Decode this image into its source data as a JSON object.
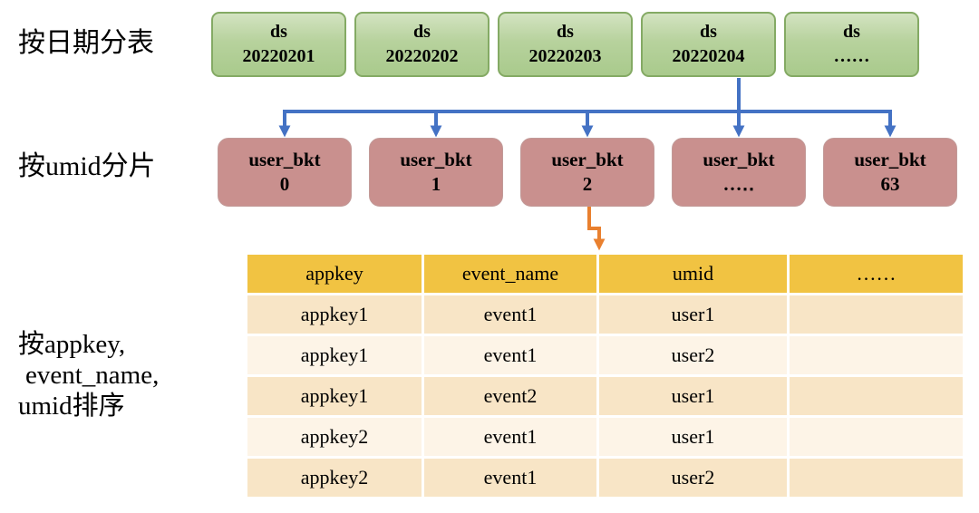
{
  "colors": {
    "arrow_blue": "#4472c4",
    "arrow_orange": "#e9802f",
    "ds_box_fill": "#b7d29d",
    "ds_box_border": "#84aa64",
    "bkt_box_fill": "#c9908e",
    "table_header_bg": "#f1c342",
    "table_row_dark": "#f8e5c6",
    "table_row_light": "#fdf4e7"
  },
  "labels": {
    "row1": "按日期分表",
    "row2": "按umid分片",
    "row3_lines": [
      "按appkey,",
      "event_name,",
      "umid排序"
    ]
  },
  "ds_boxes": [
    {
      "line1": "ds",
      "line2": "20220201"
    },
    {
      "line1": "ds",
      "line2": "20220202"
    },
    {
      "line1": "ds",
      "line2": "20220203"
    },
    {
      "line1": "ds",
      "line2": "20220204"
    },
    {
      "line1": "ds",
      "line2": "……"
    }
  ],
  "bkt_boxes": [
    {
      "line1": "user_bkt",
      "line2": "0"
    },
    {
      "line1": "user_bkt",
      "line2": "1"
    },
    {
      "line1": "user_bkt",
      "line2": "2"
    },
    {
      "line1": "user_bkt",
      "line2": "…‥"
    },
    {
      "line1": "user_bkt",
      "line2": "63"
    }
  ],
  "table": {
    "headers": [
      "appkey",
      "event_name",
      "umid",
      "……"
    ],
    "rows": [
      [
        "appkey1",
        "event1",
        "user1",
        ""
      ],
      [
        "appkey1",
        "event1",
        "user2",
        ""
      ],
      [
        "appkey1",
        "event2",
        "user1",
        ""
      ],
      [
        "appkey2",
        "event1",
        "user1",
        ""
      ],
      [
        "appkey2",
        "event1",
        "user2",
        ""
      ]
    ]
  }
}
